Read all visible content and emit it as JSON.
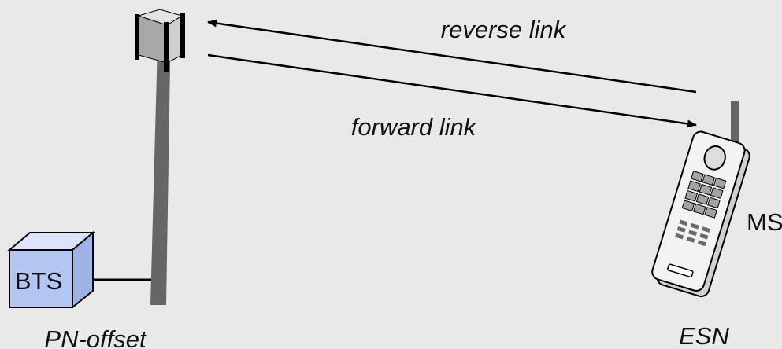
{
  "links": {
    "reverse": "reverse link",
    "forward": "forward link"
  },
  "bts": {
    "label": "BTS",
    "caption": "PN-offset"
  },
  "ms": {
    "label": "MS",
    "caption": "ESN"
  },
  "colors": {
    "background": "#e9e9e9",
    "tower": "#666666",
    "bts_box": "#b3c6f2",
    "phone_body": "#f3f3f3",
    "phone_keys": "#a3a3a3"
  }
}
